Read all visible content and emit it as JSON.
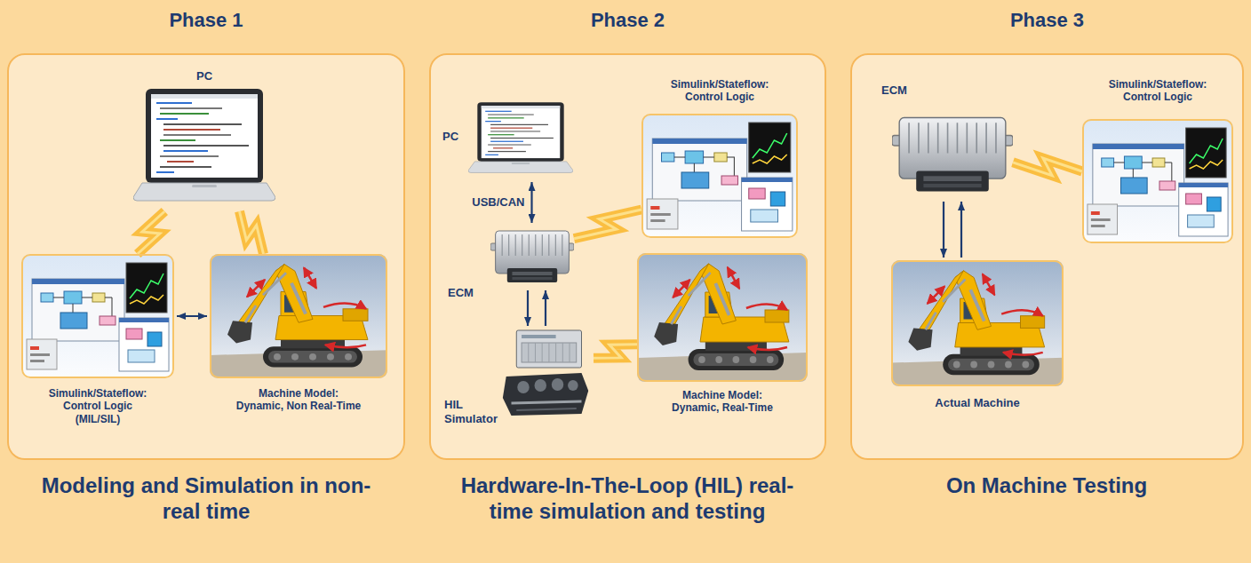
{
  "diagram": {
    "nodes": [
      {
        "text": [
          "Phase 1",
          "Modeling and Simulation in non-real time"
        ]
      },
      {
        "text": [
          "PC"
        ],
        "in": 0
      },
      {
        "text": [
          "Simulink/Stateflow: Control Logic (MIL/SIL)"
        ],
        "in": 0
      },
      {
        "text": [
          "Machine Model: Dynamic, Non Real-Time"
        ],
        "in": 0
      },
      {
        "text": [
          "Phase 2",
          "Hardware-In-The-Loop (HIL) real-time simulation and testing"
        ]
      },
      {
        "text": [
          "PC"
        ],
        "in": 4
      },
      {
        "text": [
          "ECM"
        ],
        "in": 4
      },
      {
        "text": [
          "HIL Simulator"
        ],
        "in": 4
      },
      {
        "text": [
          "Simulink/Stateflow: Control Logic"
        ],
        "in": 4
      },
      {
        "text": [
          "Machine Model: Dynamic, Real-Time"
        ],
        "in": 4
      },
      {
        "text": [
          "Phase 3",
          "On Machine Testing"
        ]
      },
      {
        "text": [
          "ECM"
        ],
        "in": 10
      },
      {
        "text": [
          "Simulink/Stateflow: Control Logic"
        ],
        "in": 10
      },
      {
        "text": [
          "Actual Machine"
        ],
        "in": 10
      }
    ],
    "edges": [
      {
        "from": 1,
        "to": 2,
        "arrow": "none"
      },
      {
        "from": 1,
        "to": 3,
        "arrow": "none"
      },
      {
        "from": 2,
        "to": 3,
        "arrow": "both"
      },
      {
        "from": 5,
        "to": 6,
        "label": "USB/CAN",
        "arrow": "both"
      },
      {
        "from": 6,
        "to": 7,
        "arrow": "to"
      },
      {
        "from": 7,
        "to": 6,
        "arrow": "to"
      },
      {
        "from": 6,
        "to": 8,
        "arrow": "none"
      },
      {
        "from": 7,
        "to": 9,
        "arrow": "none"
      },
      {
        "from": 11,
        "to": 13,
        "arrow": "to"
      },
      {
        "from": 13,
        "to": 11,
        "arrow": "to"
      },
      {
        "from": 11,
        "to": 12,
        "arrow": "none"
      }
    ]
  }
}
